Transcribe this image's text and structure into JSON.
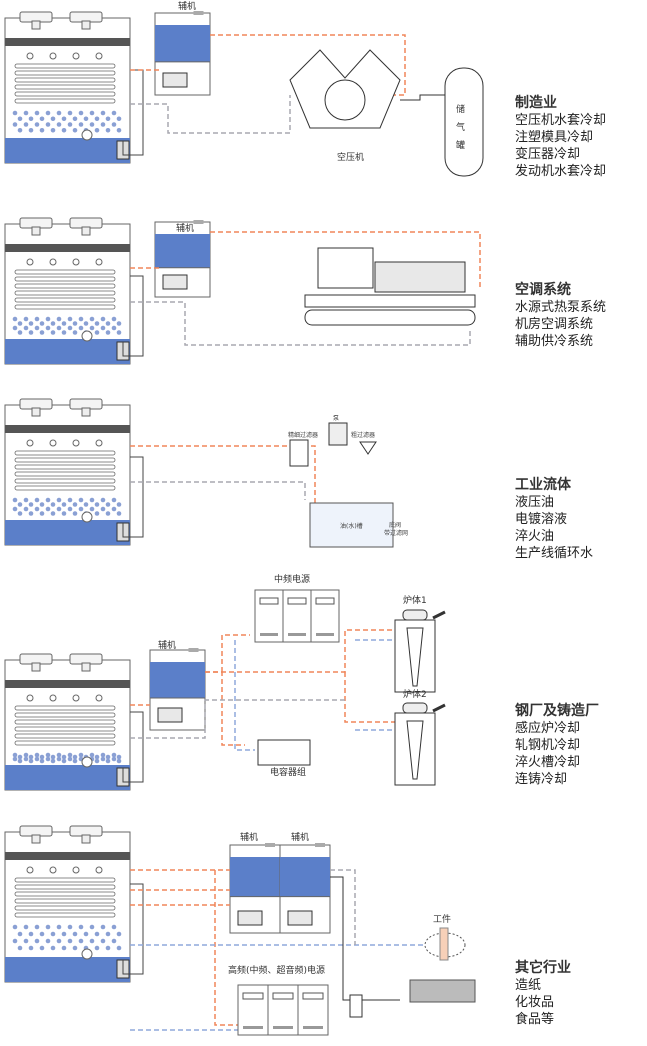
{
  "colors": {
    "hot_pipe": "#f0865a",
    "cold_pipe": "#8fa8dc",
    "return_pipe": "#a8a8b0",
    "water": "#5b7fc9",
    "outline": "#666666"
  },
  "sections": [
    {
      "title": "制造业",
      "items": [
        "空压机水套冷却",
        "注塑模具冷却",
        "变压器冷却",
        "发动机水套冷却"
      ]
    },
    {
      "title": "空调系统",
      "items": [
        "水源式热泵系统",
        "机房空调系统",
        "辅助供冷系统"
      ]
    },
    {
      "title": "工业流体",
      "items": [
        "液压油",
        "电镀溶液",
        "淬火油",
        "生产线循环水"
      ]
    },
    {
      "title": "钢厂及铸造厂",
      "items": [
        "感应炉冷却",
        "轧钢机冷却",
        "淬火槽冷却",
        "连铸冷却"
      ]
    },
    {
      "title": "其它行业",
      "items": [
        "造纸",
        "化妆品",
        "食品等"
      ]
    }
  ],
  "labels": {
    "aux": "辅机",
    "compressor": "空压机",
    "air_tank": [
      "储",
      "气",
      "罐"
    ],
    "fine_filter": "精细过滤器",
    "pump": "泵",
    "coarse_filter": "粗过滤器",
    "tank": "油(水)槽",
    "foot_valve": [
      "底阀",
      "带过滤网"
    ],
    "mf_power": "中频电源",
    "furnace1": "炉体1",
    "furnace2": "炉体2",
    "capacitor": "电容器组",
    "workpiece": "工件",
    "hf_power": "高频(中频、超音频)电源"
  }
}
